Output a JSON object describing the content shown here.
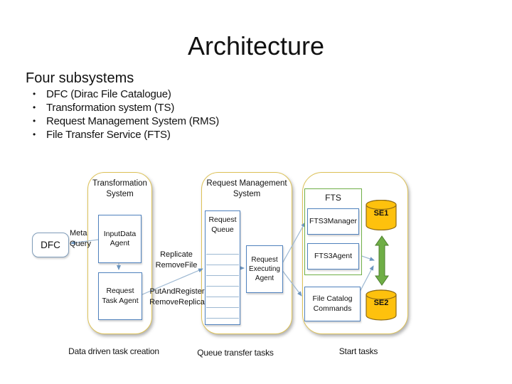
{
  "slide": {
    "title": "Architecture",
    "subtitle": "Four subsystems",
    "bullets": [
      "DFC (Dirac File Catalogue)",
      "Transformation system (TS)",
      "Request Management System (RMS)",
      "File Transfer Service (FTS)"
    ]
  },
  "diagram": {
    "groups": {
      "transformation_system": "Transformation\nSystem",
      "request_management_system": "Request Management\nSystem"
    },
    "nodes": {
      "dfc": "DFC",
      "input_data_agent": "InputData\nAgent",
      "request_task_agent": "Request\nTask Agent",
      "request_queue": "Request\nQueue",
      "request_executing_agent": "Request\nExecuting\nAgent",
      "fts": "FTS",
      "fts3_manager": "FTS3Manager",
      "fts3_agent": "FTS3Agent",
      "file_catalog_commands": "File Catalog\nCommands",
      "se1": "SE1",
      "se2": "SE2"
    },
    "edge_labels": {
      "meta_query": "Meta\nQuery",
      "replicate_removefile": "Replicate\nRemoveFile",
      "putandregister_removereplica": "PutAndRegister\nRemoveReplica"
    },
    "captions": {
      "left": "Data driven task creation",
      "middle": "Queue transfer tasks",
      "right": "Start tasks"
    },
    "colors": {
      "container_border": "#ddc258",
      "box_border": "#4f81bd",
      "fts_frame_border": "#6fae46",
      "cylinder_fill": "#fec10d",
      "cylinder_stroke": "#8f6b13",
      "green_arrow_fill": "#6fae46",
      "green_arrow_stroke": "#4e7e2f",
      "connector_line": "#9db8d2",
      "connector_arrowhead": "#6d96bf"
    }
  }
}
